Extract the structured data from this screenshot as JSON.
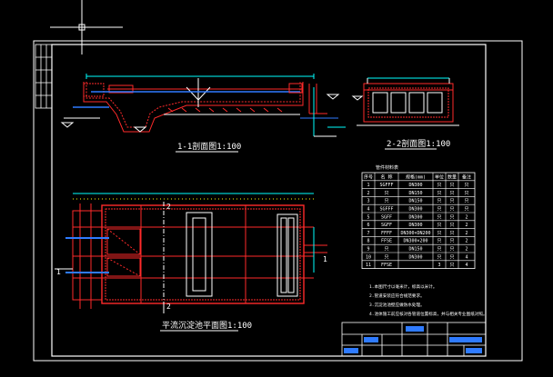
{
  "drawing": {
    "section_1_title": "1-1剖面图1:100",
    "section_2_title": "2-2剖面图1:100",
    "plan_title": "平流沉淀池平面图1:100",
    "table_title": "管件材料表",
    "table_headers": [
      "序号",
      "名  称",
      "规格(mm)",
      "单位",
      "数量",
      "备注"
    ],
    "table_rows": [
      [
        "1",
        "SGFFF",
        "DN300",
        "只",
        "只",
        "只"
      ],
      [
        "2",
        "只",
        "DN150",
        "只",
        "只",
        "只"
      ],
      [
        "3",
        "只",
        "DN150",
        "只",
        "只",
        "只"
      ],
      [
        "4",
        "SGFFF",
        "DN300",
        "只",
        "只",
        "只"
      ],
      [
        "5",
        "SGFF",
        "DN300",
        "只",
        "只",
        "2"
      ],
      [
        "6",
        "SGFF",
        "DN300",
        "只",
        "只",
        "2"
      ],
      [
        "7",
        "FFFF",
        "DN300×DN200",
        "只",
        "只",
        "2"
      ],
      [
        "8",
        "FFSE",
        "DN300×200",
        "只",
        "只",
        "2"
      ],
      [
        "9",
        "只",
        "DN150",
        "只",
        "只",
        "2"
      ],
      [
        "10",
        "只",
        "DN300",
        "只",
        "只",
        "4"
      ],
      [
        "11",
        "FFSE",
        "",
        "3",
        "只",
        "4"
      ]
    ],
    "notes": [
      "1.本图尺寸以毫米计，标高以米计。",
      "2.管道安装应符合规范要求。",
      "3.沉淀池池壁应做防水处理。",
      "4.池体施工前应核对各管道位置标高，并与相关专业图纸对照。"
    ],
    "section_marker_left": "1",
    "section_marker_right": "1",
    "section_marker_top": "2",
    "section_marker_bottom": "2"
  },
  "colors": {
    "background": "#000000",
    "frame": "#ffffff",
    "structure": "#ff2a2a",
    "dimension": "#00ffff",
    "water": "#2f7bff",
    "text": "#ffffff",
    "accent": "#ffff00"
  }
}
